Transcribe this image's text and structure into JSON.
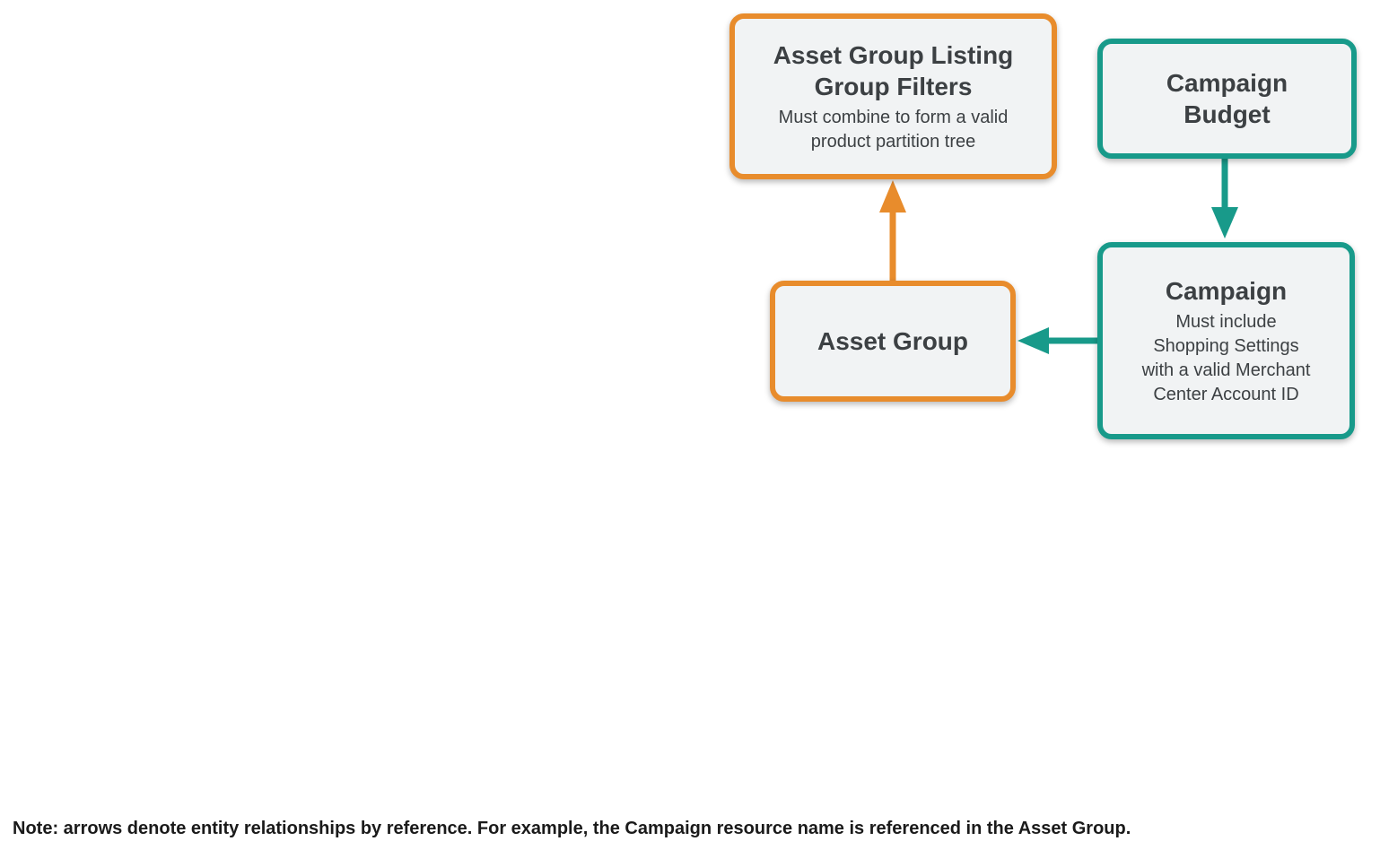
{
  "colors": {
    "orange": "#E88C2C",
    "teal": "#189A8A",
    "box_bg": "#F1F3F4",
    "box_text": "#3C4043",
    "note_text": "#1A1A1A"
  },
  "nodes": {
    "listing_filters": {
      "title": "Asset Group Listing\nGroup Filters",
      "subtitle": "Must combine to form a valid\nproduct partition tree"
    },
    "campaign_budget": {
      "title": "Campaign\nBudget"
    },
    "campaign": {
      "title": "Campaign",
      "subtitle": "Must include\nShopping Settings\nwith a valid Merchant\nCenter Account ID"
    },
    "asset_group": {
      "title": "Asset Group"
    }
  },
  "arrows": [
    {
      "from": "Asset Group",
      "to": "Asset Group Listing Group Filters",
      "color": "orange"
    },
    {
      "from": "Campaign Budget",
      "to": "Campaign",
      "color": "teal"
    },
    {
      "from": "Campaign",
      "to": "Asset Group",
      "color": "teal"
    }
  ],
  "note": "Note: arrows denote entity relationships by reference. For example, the Campaign resource name is referenced in the Asset Group."
}
